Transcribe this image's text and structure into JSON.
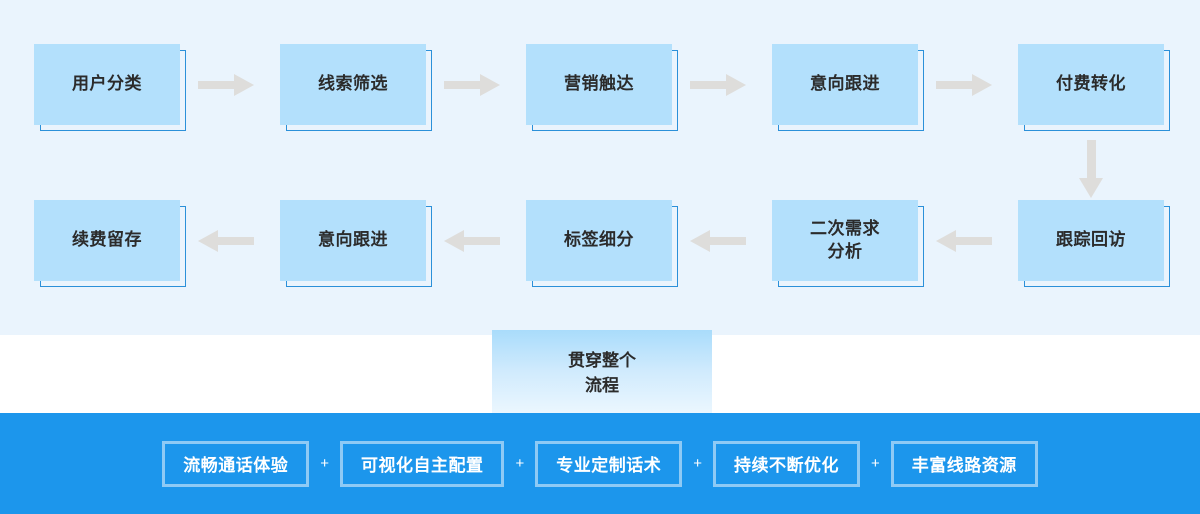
{
  "theme": {
    "panel_bg": "#eaf4fd",
    "box_fill": "#b3e0fc",
    "box_outline": "#2b90d9",
    "arrow_color": "#dedddb",
    "bar_bg": "#1c96ec",
    "pill_border": "#8ecaf5",
    "text_dark": "#2b2b2b",
    "text_light": "#ffffff"
  },
  "flow": {
    "row1": [
      {
        "label": "用户分类"
      },
      {
        "label": "线索筛选"
      },
      {
        "label": "营销触达"
      },
      {
        "label": "意向跟进"
      },
      {
        "label": "付费转化"
      }
    ],
    "row2": [
      {
        "label": "续费留存"
      },
      {
        "label": "意向跟进"
      },
      {
        "label": "标签细分"
      },
      {
        "label": "二次需求\n分析"
      },
      {
        "label": "跟踪回访"
      }
    ],
    "arrows": {
      "row1_direction": "right",
      "row2_direction": "left",
      "connector_direction": "down"
    }
  },
  "center_badge": {
    "label": "贯穿整个\n流程"
  },
  "features": {
    "separator": "+",
    "items": [
      {
        "label": "流畅通话体验"
      },
      {
        "label": "可视化自主配置"
      },
      {
        "label": "专业定制话术"
      },
      {
        "label": "持续不断优化"
      },
      {
        "label": "丰富线路资源"
      }
    ]
  }
}
